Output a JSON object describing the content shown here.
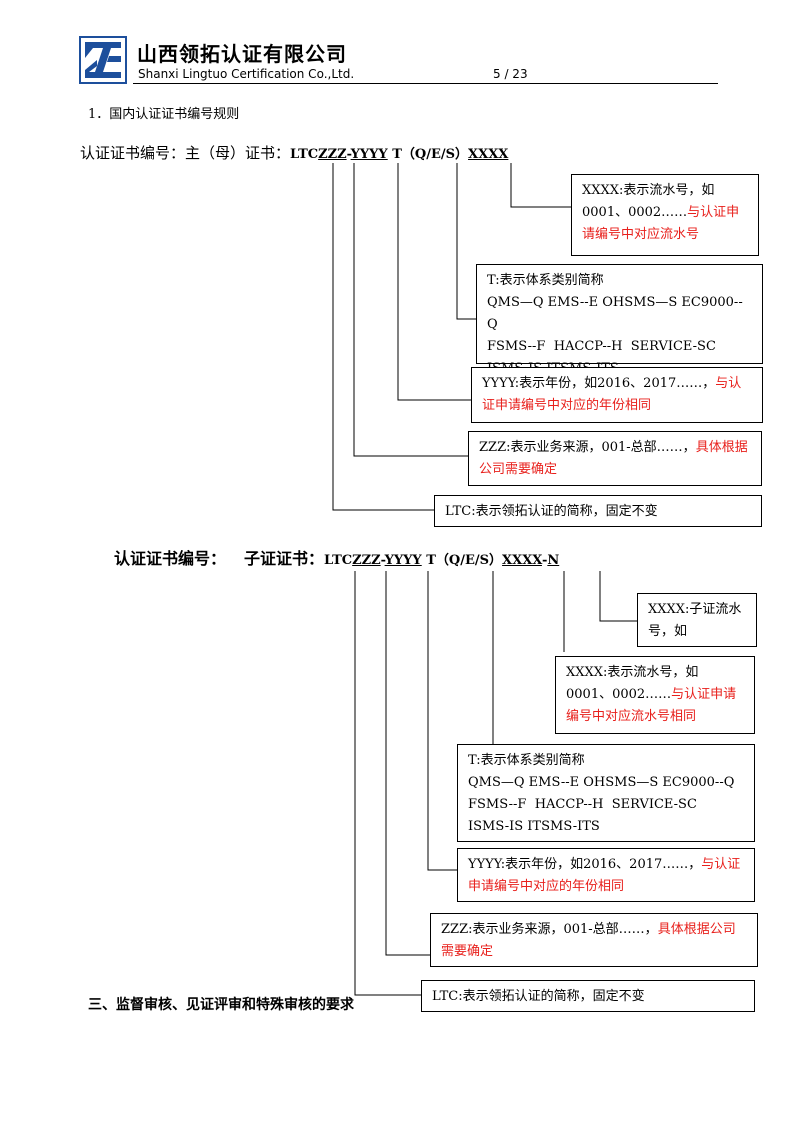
{
  "header": {
    "company_cn": "山西领拓认证有限公司",
    "company_en": "Shanxi Lingtuo Certification Co.,Ltd.",
    "page": "5 / 23"
  },
  "section": {
    "heading": "1．国内认证证书编号规则"
  },
  "main_cert": {
    "prefix": "认证证书编号：主（母）证书：",
    "code_ltc": "LTC",
    "code_zzz": "ZZZ",
    "dash": "-",
    "code_yyyy": "YYYY",
    "code_t": " T",
    "code_qes": "（Q/E/S）",
    "code_xxxx": "XXXX",
    "boxes": {
      "xxxx": {
        "text": "XXXX:表示流水号，如0001、0002……",
        "red": "与认证申请编号中对应流水号"
      },
      "t": {
        "text": "T:表示体系类别简称\nQMS—Q EMS--E OHSMS—S EC9000--Q\nFSMS--F  HACCP--H  SERVICE-SC\nISMS-IS ITSMS-ITS"
      },
      "yyyy": {
        "text": "YYYY:表示年份，如2016、2017……，",
        "red": "与认证申请编号中对应的年份相同"
      },
      "zzz": {
        "text": "ZZZ:表示业务来源，001-总部……，",
        "red": "具体根据公司需要确定"
      },
      "ltc": {
        "text": "LTC:表示领拓认证的简称，固定不变"
      }
    }
  },
  "sub_cert": {
    "prefix": "认证证书编号：",
    "label": "子证证书：",
    "code_ltc": "LTC",
    "code_zzz": "ZZZ",
    "dash": "-",
    "code_yyyy": "YYYY",
    "code_t": " T",
    "code_qes": "（Q/E/S）",
    "code_xxxx": "XXXX",
    "code_n": "N",
    "boxes": {
      "n": {
        "text": "XXXX:子证流水号，如"
      },
      "xxxx": {
        "text": "XXXX:表示流水号，如0001、0002……",
        "red": "与认证申请编号中对应流水号相同"
      },
      "t": {
        "text": "T:表示体系类别简称\nQMS—Q EMS--E OHSMS—S EC9000--Q\nFSMS--F  HACCP--H  SERVICE-SC\nISMS-IS ITSMS-ITS"
      },
      "yyyy": {
        "text": "YYYY:表示年份，如2016、2017……，",
        "red": "与认证申请编号中对应的年份相同"
      },
      "zzz": {
        "text": "ZZZ:表示业务来源，001-总部……，",
        "red": "具体根据公司需要确定"
      },
      "ltc": {
        "text": "LTC:表示领拓认证的简称，固定不变"
      }
    }
  },
  "section_three": {
    "heading": "三、监督审核、见证评审和特殊审核的要求"
  },
  "colors": {
    "red": "#e8201c",
    "logo_blue": "#1d4f9c"
  }
}
